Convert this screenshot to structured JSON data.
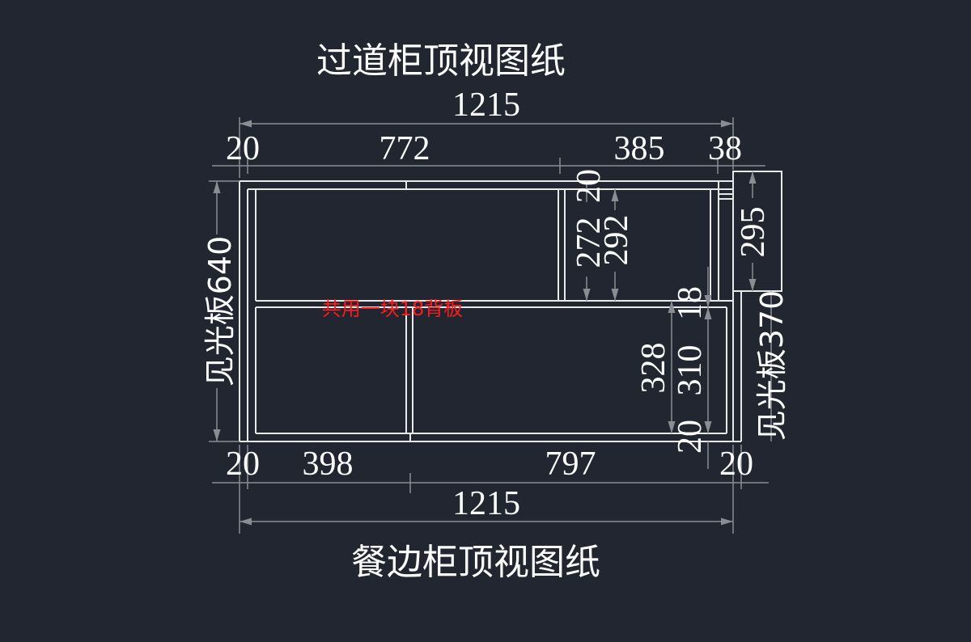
{
  "titles": {
    "top": "过道柜顶视图纸",
    "bottom": "餐边柜顶视图纸"
  },
  "note": "共用一块18背板",
  "colors": {
    "background": "#212630",
    "lines": "#e8e8e8",
    "dimension": "#8a8d92",
    "note": "#ff1a1a"
  },
  "dims": {
    "top_total": "1215",
    "top_left": "20",
    "top_772": "772",
    "top_385": "385",
    "top_38": "38",
    "left_side": "见光板640",
    "upper_20": "20",
    "upper_272": "272",
    "upper_292": "292",
    "right_box_295": "295",
    "mid_18": "18",
    "lower_328": "328",
    "lower_310": "310",
    "lower_20": "20",
    "right_side": "见光板370",
    "bottom_left_20": "20",
    "bottom_398": "398",
    "bottom_797": "797",
    "bottom_right_20": "20",
    "bottom_total": "1215"
  }
}
